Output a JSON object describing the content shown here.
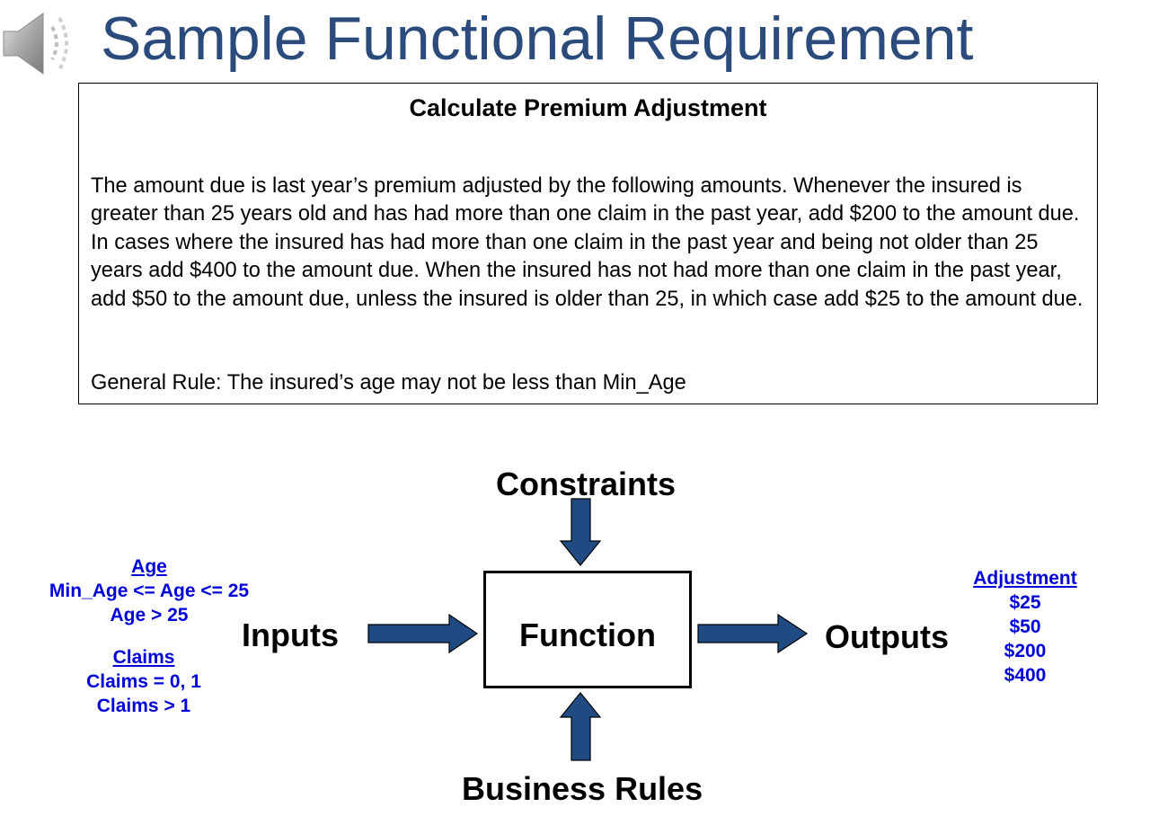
{
  "slide": {
    "title": "Sample Functional Requirement",
    "audio_icon": "speaker-icon"
  },
  "requirement": {
    "heading": "Calculate Premium Adjustment",
    "body": "The amount due is last year’s premium adjusted by the following amounts. Whenever the insured is greater than 25 years old and has had more than one claim in the past year, add $200 to the amount due.  In cases where the insured has had more than one claim in the past year and being not older than 25 years add $400 to the amount due.  When the insured has not had more than one claim in the past year, add $50 to the amount due, unless the insured is older than 25, in which case add $25 to the amount due.",
    "general_rule": "General Rule: The insured’s age may not be less than Min_Age"
  },
  "diagram": {
    "constraints_label": "Constraints",
    "inputs_label": "Inputs",
    "function_label": "Function",
    "outputs_label": "Outputs",
    "business_rules_label": "Business Rules",
    "arrow_color": "#1f4a82",
    "age": {
      "header": "Age",
      "items": [
        "Min_Age <= Age <= 25",
        "Age > 25"
      ]
    },
    "claims": {
      "header": "Claims",
      "items": [
        "Claims = 0, 1",
        "Claims > 1"
      ]
    },
    "adjustment": {
      "header": "Adjustment",
      "items": [
        "$25",
        "$50",
        "$200",
        "$400"
      ]
    }
  }
}
